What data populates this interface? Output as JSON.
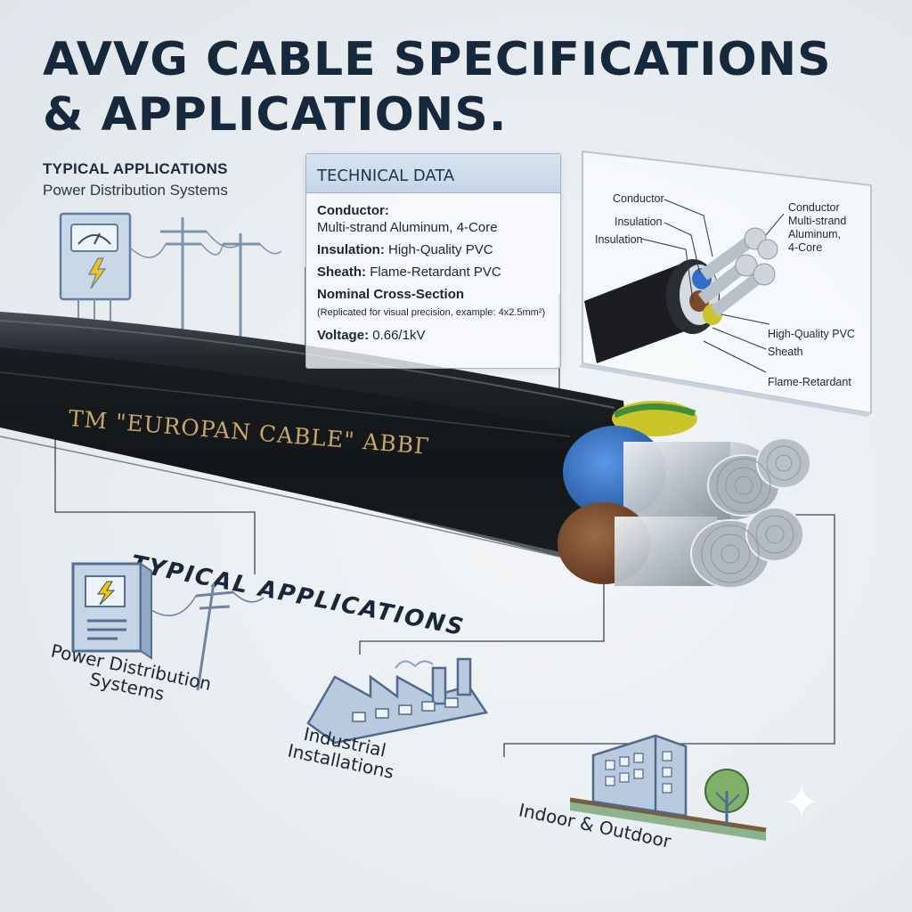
{
  "title": "AVVG CABLE SPECIFICATIONS & APPLICATIONS.",
  "top_applications": {
    "heading": "TYPICAL APPLICATIONS",
    "subtitle": "Power Distribution Systems"
  },
  "technical_data": {
    "heading": "TECHNICAL DATA",
    "conductor_label": "Conductor:",
    "conductor_value": "Multi-strand Aluminum, 4-Core",
    "insulation_label": "Insulation:",
    "insulation_value": "High-Quality PVC",
    "sheath_label": "Sheath:",
    "sheath_value": "Flame-Retardant PVC",
    "cross_section_label": "Nominal Cross-Section",
    "cross_section_note": "(Replicated for visual precision, example: 4x2.5mm²)",
    "voltage_label": "Voltage:",
    "voltage_value": "0.66/1kV"
  },
  "cable_marking": "TM \"EUROPAN CABLE\" ABBГ",
  "cross_section_inset": {
    "left_labels": [
      "Conductor",
      "Insulation",
      "Insulation"
    ],
    "right_labels": {
      "conductor": "Conductor",
      "conductor_detail_1": "Multi-strand",
      "conductor_detail_2": "Aluminum,",
      "conductor_detail_3": "4-Core",
      "insulation": "High-Quality PVC",
      "sheath": "Sheath",
      "flame": "Flame-Retardant"
    }
  },
  "bottom_applications": {
    "heading": "TYPICAL APPLICATIONS",
    "items": [
      {
        "line1": "Power Distribution",
        "line2": "Systems",
        "icon": "electrical-panel-icon"
      },
      {
        "line1": "Industrial",
        "line2": "Installations",
        "icon": "factory-icon"
      },
      {
        "line1": "Indoor & Outdoor",
        "line2": "",
        "icon": "building-tree-icon"
      }
    ]
  },
  "colors": {
    "title": "#16283c",
    "cable_sheath": "#1b1d20",
    "core_blue": "#2f6fc9",
    "core_brown": "#7a4a2c",
    "core_yellow_green": "#c9c52a",
    "icon_blue": "#6f8fb3",
    "marking_gold": "#c8a66a"
  }
}
